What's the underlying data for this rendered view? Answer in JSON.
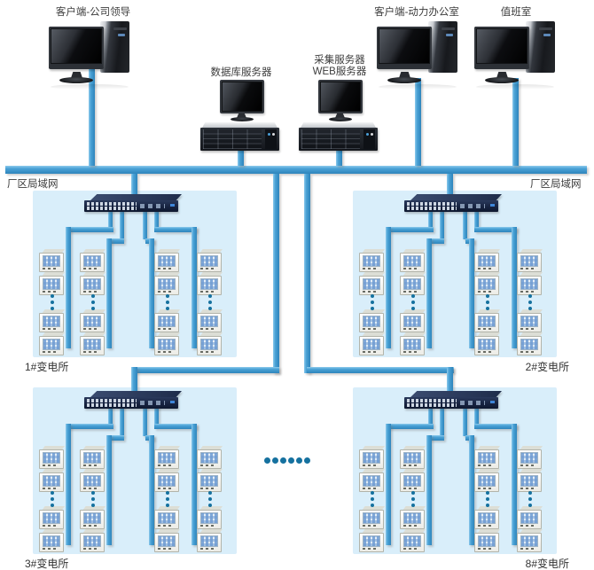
{
  "diagram": {
    "lan_label_left": "厂区局域网",
    "lan_label_right": "厂区局域网",
    "inter_substation_ellipsis_dots": 6,
    "column_ellipsis_dots": 3
  },
  "devices": {
    "client_leader": {
      "label": "客户端-公司领导",
      "type": "workstation"
    },
    "database_server": {
      "label": "数据库服务器",
      "type": "rack-server"
    },
    "acquisition_server": {
      "label_line1": "采集服务器",
      "label_line2": "WEB服务器",
      "type": "rack-server"
    },
    "client_power_office": {
      "label": "客户端-动力办公室",
      "type": "workstation"
    },
    "duty_room": {
      "label": "值班室",
      "type": "workstation"
    }
  },
  "substations": [
    {
      "id": "substation-1",
      "label": "1#变电所",
      "meter_columns": 4,
      "meters_visible_per_column": 4
    },
    {
      "id": "substation-2",
      "label": "2#变电所",
      "meter_columns": 4,
      "meters_visible_per_column": 4
    },
    {
      "id": "substation-3",
      "label": "3#变电所",
      "meter_columns": 4,
      "meters_visible_per_column": 4
    },
    {
      "id": "substation-8",
      "label": "8#变电所",
      "meter_columns": 4,
      "meters_visible_per_column": 4
    }
  ],
  "colors": {
    "pipe": "#3a96cc",
    "panel_bg": "#d9eefa",
    "switch_body": "#16223f",
    "dots": "#15719f",
    "label_text": "#3a3a3c"
  }
}
